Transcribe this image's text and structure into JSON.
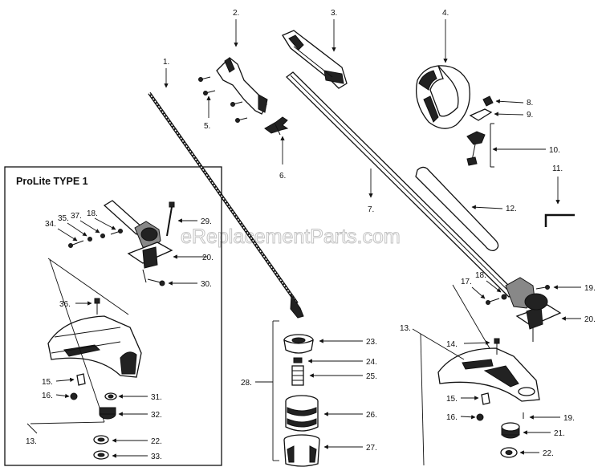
{
  "title": "ProLite TYPE 1",
  "watermark": "eReplacementParts.com",
  "labels": {
    "l1": "1.",
    "l2": "2.",
    "l3": "3.",
    "l4": "4.",
    "l5": "5.",
    "l6": "6.",
    "l7": "7.",
    "l8": "8.",
    "l9": "9.",
    "l10": "10.",
    "l11": "11.",
    "l12": "12.",
    "l34": "34.",
    "l35": "35.",
    "l37": "37.",
    "l18a": "18.",
    "l29": "29.",
    "l20a": "20.",
    "l30": "30.",
    "l36": "36.",
    "l15a": "15.",
    "l16a": "16.",
    "l31": "31.",
    "l32": "32.",
    "l22a": "22.",
    "l33": "33.",
    "l13a": "13.",
    "l23": "23.",
    "l24": "24.",
    "l25": "25.",
    "l28": "28.",
    "l26": "26.",
    "l27": "27.",
    "l17": "17.",
    "l18b": "18.",
    "l19a": "19.",
    "l20b": "20.",
    "l13b": "13.",
    "l14": "14.",
    "l15b": "15.",
    "l16b": "16.",
    "l19b": "19.",
    "l21": "21.",
    "l22b": "22."
  }
}
